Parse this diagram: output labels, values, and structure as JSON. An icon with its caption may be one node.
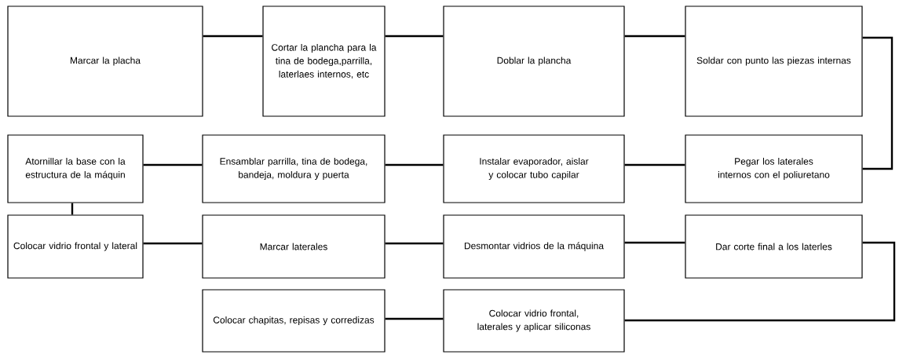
{
  "diagram": {
    "nodes": [
      {
        "text": [
          "Marcar la placha"
        ]
      },
      {
        "text": [
          "Cortar la plancha para la tina de bodega,parrilla, laterlaes internos, etc"
        ]
      },
      {
        "text": [
          "Doblar la plancha"
        ]
      },
      {
        "text": [
          "Soldar con punto las piezas internas"
        ]
      },
      {
        "text": [
          "Atornillar la base con la estructura de la máquin"
        ]
      },
      {
        "text": [
          "Ensamblar parrilla, tina de bodega, bandeja, moldura y puerta"
        ]
      },
      {
        "text": [
          "Instalar evaporador, aislar y colocar tubo capilar"
        ]
      },
      {
        "text": [
          "Pegar los laterales internos con el poliuretano"
        ]
      },
      {
        "text": [
          "Colocar vidrio frontal y lateral"
        ]
      },
      {
        "text": [
          "Marcar laterales"
        ]
      },
      {
        "text": [
          "Desmontar vidrios de la máquina"
        ]
      },
      {
        "text": [
          "Dar corte final a los laterles"
        ]
      },
      {
        "text": [
          "Colocar chapitas, repisas y corredizas"
        ]
      },
      {
        "text": [
          "Colocar vidrio frontal, laterales y aplicar siliconas"
        ]
      }
    ],
    "edges": [
      {
        "from": 0,
        "to": 1,
        "arrow": "none"
      },
      {
        "from": 1,
        "to": 2,
        "arrow": "none"
      },
      {
        "from": 2,
        "to": 3,
        "arrow": "none"
      },
      {
        "from": 3,
        "to": 7,
        "arrow": "none"
      },
      {
        "from": 7,
        "to": 6,
        "arrow": "none"
      },
      {
        "from": 6,
        "to": 5,
        "arrow": "none"
      },
      {
        "from": 5,
        "to": 4,
        "arrow": "none"
      },
      {
        "from": 4,
        "to": 8,
        "arrow": "none"
      },
      {
        "from": 8,
        "to": 9,
        "arrow": "none"
      },
      {
        "from": 9,
        "to": 10,
        "arrow": "none"
      },
      {
        "from": 10,
        "to": 11,
        "arrow": "none"
      },
      {
        "from": 11,
        "to": 13,
        "arrow": "none"
      },
      {
        "from": 13,
        "to": 12,
        "arrow": "none"
      }
    ]
  }
}
